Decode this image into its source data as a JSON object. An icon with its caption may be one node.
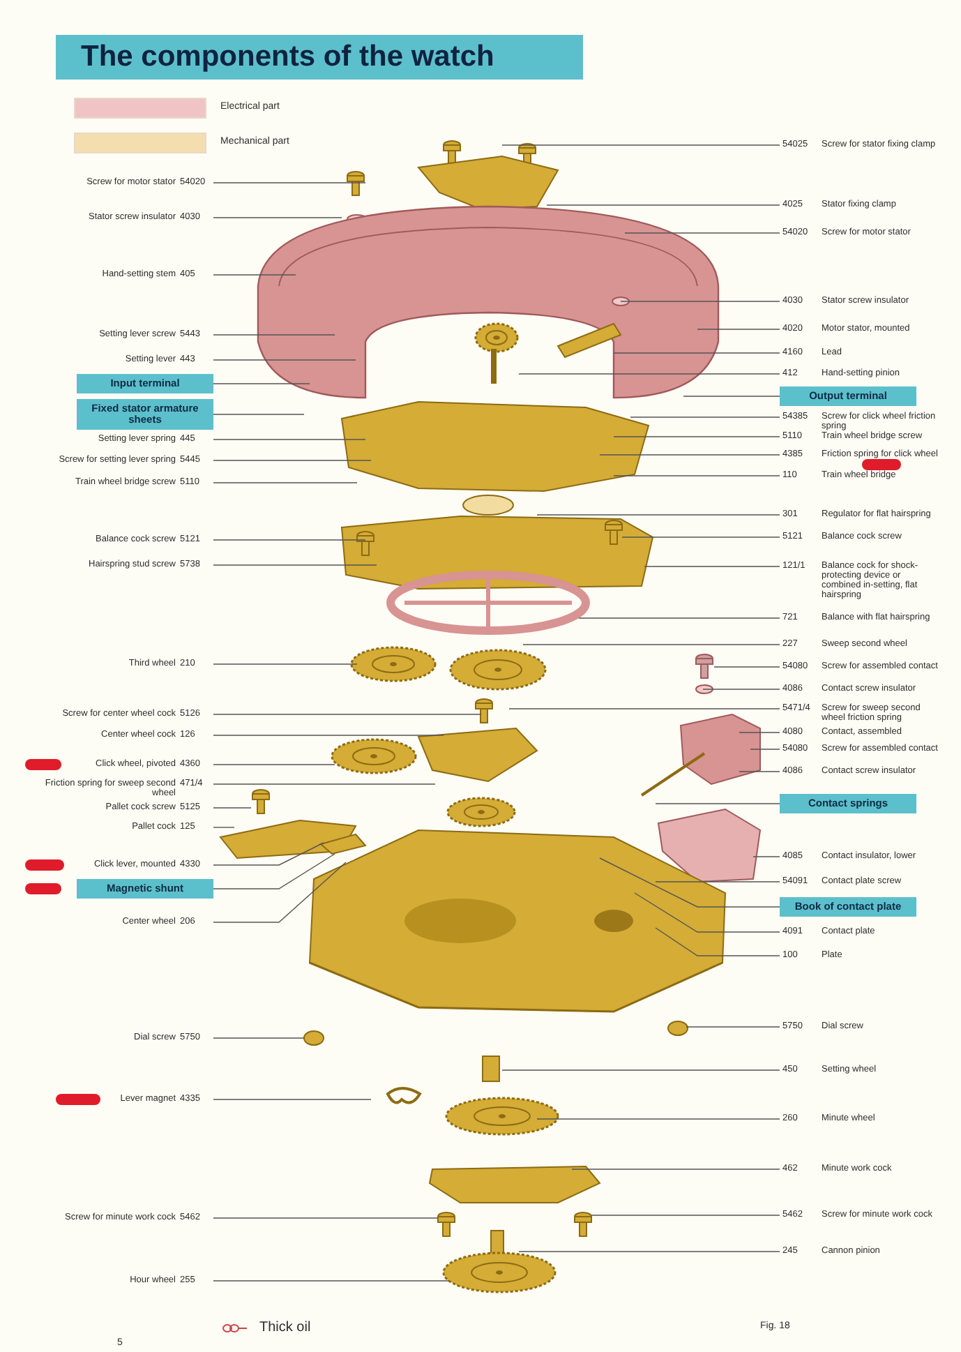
{
  "diagram": {
    "title": "The components of the watch",
    "nodes": [
      {
        "text": [
          "Screw for motor stator",
          "54020"
        ]
      },
      {
        "text": [
          "Stator screw insulator",
          "4030"
        ]
      },
      {
        "text": [
          "Hand-setting stem",
          "405"
        ]
      },
      {
        "text": [
          "Setting lever screw",
          "5443"
        ]
      },
      {
        "text": [
          "Setting lever",
          "443"
        ]
      },
      {
        "text": [
          "Input terminal"
        ]
      },
      {
        "text": [
          "Fixed stator armature sheets"
        ]
      },
      {
        "text": [
          "Setting lever spring",
          "445"
        ]
      },
      {
        "text": [
          "Screw for setting lever spring",
          "5445"
        ]
      },
      {
        "text": [
          "Train wheel bridge screw",
          "5110"
        ]
      },
      {
        "text": [
          "Balance cock screw",
          "5121"
        ]
      },
      {
        "text": [
          "Hairspring stud screw",
          "5738"
        ]
      },
      {
        "text": [
          "Third wheel",
          "210"
        ]
      },
      {
        "text": [
          "Screw for center wheel cock",
          "5126"
        ]
      },
      {
        "text": [
          "Center wheel cock",
          "126"
        ]
      },
      {
        "text": [
          "Click wheel, pivoted",
          "4360"
        ]
      },
      {
        "text": [
          "Friction spring for sweep second wheel",
          "471/4"
        ]
      },
      {
        "text": [
          "Pallet cock screw",
          "5125"
        ]
      },
      {
        "text": [
          "Pallet cock",
          "125"
        ]
      },
      {
        "text": [
          "Click lever, mounted",
          "4330"
        ]
      },
      {
        "text": [
          "Magnetic shunt"
        ]
      },
      {
        "text": [
          "Center wheel",
          "206"
        ]
      },
      {
        "text": [
          "Dial screw",
          "5750"
        ]
      },
      {
        "text": [
          "Lever magnet",
          "4335"
        ]
      },
      {
        "text": [
          "Screw for minute work cock",
          "5462"
        ]
      },
      {
        "text": [
          "Hour wheel",
          "255"
        ]
      },
      {
        "text": [
          "54025",
          "Screw for stator fixing clamp"
        ]
      },
      {
        "text": [
          "4025",
          "Stator fixing clamp"
        ]
      },
      {
        "text": [
          "54020",
          "Screw for motor stator"
        ]
      },
      {
        "text": [
          "4030",
          "Stator screw insulator"
        ]
      },
      {
        "text": [
          "4020",
          "Motor stator, mounted"
        ]
      },
      {
        "text": [
          "4160",
          "Lead"
        ]
      },
      {
        "text": [
          "412",
          "Hand-setting pinion"
        ]
      },
      {
        "text": [
          "Output terminal"
        ]
      },
      {
        "text": [
          "54385",
          "Screw for click wheel friction spring"
        ]
      },
      {
        "text": [
          "5110",
          "Train wheel bridge screw"
        ]
      },
      {
        "text": [
          "4385",
          "Friction spring for click wheel"
        ]
      },
      {
        "text": [
          "110",
          "Train wheel bridge"
        ]
      },
      {
        "text": [
          "301",
          "Regulator for flat hairspring"
        ]
      },
      {
        "text": [
          "5121",
          "Balance cock screw"
        ]
      },
      {
        "text": [
          "121/1",
          "Balance cock for shock-protecting device or combined in-setting, flat hairspring"
        ]
      },
      {
        "text": [
          "721",
          "Balance with flat hairspring"
        ]
      },
      {
        "text": [
          "227",
          "Sweep second wheel"
        ]
      },
      {
        "text": [
          "54080",
          "Screw for assembled contact"
        ]
      },
      {
        "text": [
          "4086",
          "Contact screw insulator"
        ]
      },
      {
        "text": [
          "5471/4",
          "Screw for sweep second wheel friction spring"
        ]
      },
      {
        "text": [
          "4080",
          "Contact, assembled"
        ]
      },
      {
        "text": [
          "54080",
          "Screw for assembled contact"
        ]
      },
      {
        "text": [
          "4086",
          "Contact screw insulator"
        ]
      },
      {
        "text": [
          "Contact springs"
        ]
      },
      {
        "text": [
          "4085",
          "Contact insulator, lower"
        ]
      },
      {
        "text": [
          "54091",
          "Contact plate screw"
        ]
      },
      {
        "text": [
          "Book of contact plate"
        ]
      },
      {
        "text": [
          "4091",
          "Contact plate"
        ]
      },
      {
        "text": [
          "100",
          "Plate"
        ]
      },
      {
        "text": [
          "5750",
          "Dial screw"
        ]
      },
      {
        "text": [
          "450",
          "Setting wheel"
        ]
      },
      {
        "text": [
          "260",
          "Minute wheel"
        ]
      },
      {
        "text": [
          "462",
          "Minute work cock"
        ]
      },
      {
        "text": [
          "5462",
          "Screw for minute work cock"
        ]
      },
      {
        "text": [
          "245",
          "Cannon pinion"
        ]
      }
    ],
    "edges": [
      {
        "from": 0,
        "to": null,
        "arrow": "none"
      },
      {
        "from": 1,
        "to": null,
        "arrow": "none"
      },
      {
        "from": 2,
        "to": null,
        "arrow": "none"
      },
      {
        "from": 3,
        "to": null,
        "arrow": "none"
      },
      {
        "from": 4,
        "to": null,
        "arrow": "none"
      },
      {
        "from": 5,
        "to": null,
        "arrow": "none"
      },
      {
        "from": 6,
        "to": null,
        "arrow": "none"
      },
      {
        "from": 7,
        "to": null,
        "arrow": "none"
      },
      {
        "from": 8,
        "to": null,
        "arrow": "none"
      },
      {
        "from": 9,
        "to": null,
        "arrow": "none"
      },
      {
        "from": 10,
        "to": null,
        "arrow": "none"
      },
      {
        "from": 11,
        "to": null,
        "arrow": "none"
      },
      {
        "from": 12,
        "to": null,
        "arrow": "none"
      },
      {
        "from": 13,
        "to": null,
        "arrow": "none"
      },
      {
        "from": 14,
        "to": null,
        "arrow": "none"
      },
      {
        "from": 15,
        "to": null,
        "arrow": "none"
      },
      {
        "from": 16,
        "to": null,
        "arrow": "none"
      },
      {
        "from": 17,
        "to": null,
        "arrow": "none"
      },
      {
        "from": 18,
        "to": null,
        "arrow": "none"
      },
      {
        "from": 19,
        "to": null,
        "arrow": "none"
      },
      {
        "from": 20,
        "to": null,
        "arrow": "none"
      },
      {
        "from": 21,
        "to": null,
        "arrow": "none"
      },
      {
        "from": 22,
        "to": null,
        "arrow": "none"
      },
      {
        "from": 23,
        "to": null,
        "arrow": "none"
      },
      {
        "from": 24,
        "to": null,
        "arrow": "none"
      },
      {
        "from": 25,
        "to": null,
        "arrow": "none"
      },
      {
        "from": 26,
        "to": null,
        "arrow": "none"
      },
      {
        "from": 27,
        "to": null,
        "arrow": "none"
      },
      {
        "from": 28,
        "to": null,
        "arrow": "none"
      },
      {
        "from": 29,
        "to": null,
        "arrow": "none"
      },
      {
        "from": 30,
        "to": null,
        "arrow": "none"
      },
      {
        "from": 31,
        "to": null,
        "arrow": "none"
      },
      {
        "from": 32,
        "to": null,
        "arrow": "none"
      },
      {
        "from": 33,
        "to": null,
        "arrow": "none"
      },
      {
        "from": 34,
        "to": null,
        "arrow": "none"
      },
      {
        "from": 35,
        "to": null,
        "arrow": "none"
      },
      {
        "from": 36,
        "to": null,
        "arrow": "none"
      },
      {
        "from": 37,
        "to": null,
        "arrow": "none"
      },
      {
        "from": 38,
        "to": null,
        "arrow": "none"
      },
      {
        "from": 39,
        "to": null,
        "arrow": "none"
      },
      {
        "from": 40,
        "to": null,
        "arrow": "none"
      },
      {
        "from": 41,
        "to": null,
        "arrow": "none"
      },
      {
        "from": 42,
        "to": null,
        "arrow": "none"
      },
      {
        "from": 43,
        "to": null,
        "arrow": "none"
      },
      {
        "from": 44,
        "to": null,
        "arrow": "none"
      },
      {
        "from": 45,
        "to": null,
        "arrow": "none"
      },
      {
        "from": 46,
        "to": null,
        "arrow": "none"
      },
      {
        "from": 47,
        "to": null,
        "arrow": "none"
      },
      {
        "from": 48,
        "to": null,
        "arrow": "none"
      },
      {
        "from": 49,
        "to": null,
        "arrow": "none"
      },
      {
        "from": 50,
        "to": null,
        "arrow": "none"
      },
      {
        "from": 51,
        "to": null,
        "arrow": "none"
      },
      {
        "from": 52,
        "to": null,
        "arrow": "none"
      },
      {
        "from": 53,
        "to": null,
        "arrow": "none"
      },
      {
        "from": 54,
        "to": null,
        "arrow": "none"
      },
      {
        "from": 55,
        "to": null,
        "arrow": "none"
      },
      {
        "from": 56,
        "to": null,
        "arrow": "none"
      },
      {
        "from": 57,
        "to": null,
        "arrow": "none"
      },
      {
        "from": 58,
        "to": null,
        "arrow": "none"
      },
      {
        "from": 59,
        "to": null,
        "arrow": "none"
      },
      {
        "from": 60,
        "to": null,
        "arrow": "none"
      }
    ],
    "labels": [
      "Fig. 18",
      "5"
    ],
    "legend": [
      {
        "text": "Electrical part",
        "color": "#f0c4c4"
      },
      {
        "text": "Mechanical part",
        "color": "#f4deb0"
      },
      {
        "text": "Thick oil"
      }
    ]
  }
}
